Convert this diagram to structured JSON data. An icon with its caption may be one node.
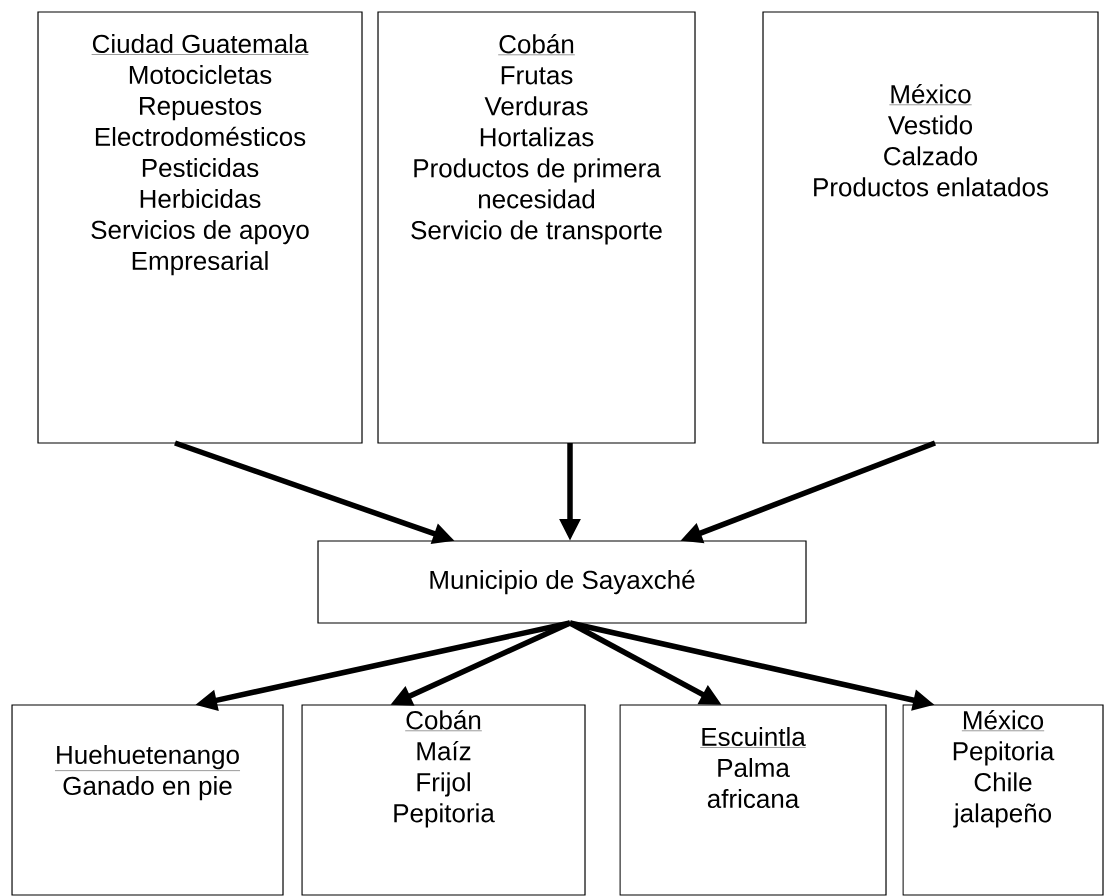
{
  "diagram": {
    "nodes": [
      {
        "text": [
          "Ciudad Guatemala",
          "Motocicletas",
          "Repuestos",
          "Electrodomésticos",
          "Pesticidas",
          "Herbicidas",
          "Servicios de apoyo",
          "Empresarial"
        ]
      },
      {
        "text": [
          "Cobán",
          "Frutas",
          "Verduras",
          "Hortalizas",
          "Productos de primera necesidad",
          "Servicio de transporte"
        ]
      },
      {
        "text": [
          "México",
          "Vestido",
          "Calzado",
          "Productos enlatados"
        ]
      },
      {
        "text": [
          "Municipio de Sayaxché"
        ]
      },
      {
        "text": [
          "Huehuetenango",
          "Ganado en pie"
        ]
      },
      {
        "text": [
          "Cobán",
          "Maíz",
          "Frijol",
          "Pepitoria"
        ]
      },
      {
        "text": [
          "Escuintla",
          "Palma africana"
        ]
      },
      {
        "text": [
          "México",
          "Pepitoria",
          "Chile jalapeño"
        ]
      }
    ],
    "edges": [
      {
        "from": 0,
        "to": 3,
        "arrow": "to"
      },
      {
        "from": 1,
        "to": 3,
        "arrow": "to"
      },
      {
        "from": 2,
        "to": 3,
        "arrow": "to"
      },
      {
        "from": 3,
        "to": 4,
        "arrow": "to"
      },
      {
        "from": 3,
        "to": 5,
        "arrow": "to"
      },
      {
        "from": 3,
        "to": 6,
        "arrow": "to"
      },
      {
        "from": 3,
        "to": 7,
        "arrow": "to"
      }
    ]
  }
}
